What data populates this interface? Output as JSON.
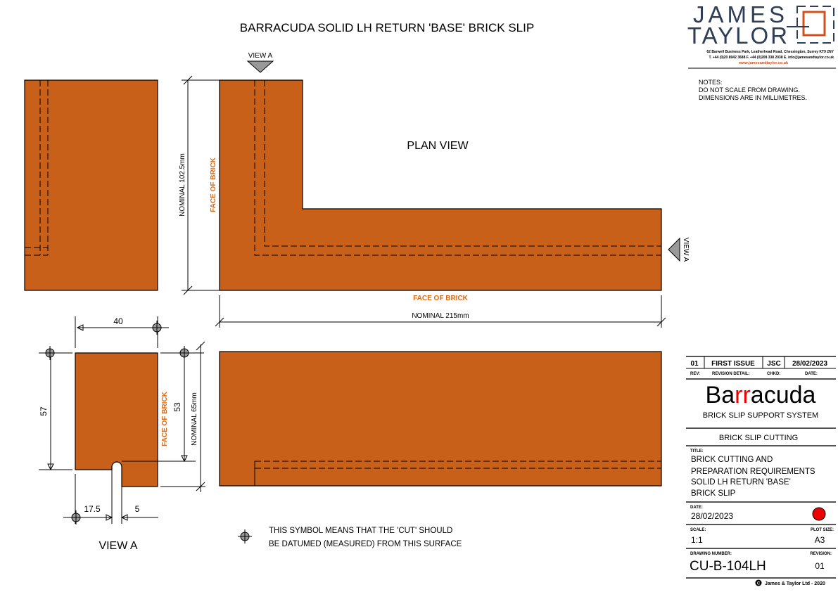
{
  "drawing_title": "BARRACUDA SOLID LH RETURN 'BASE' BRICK SLIP",
  "logo": {
    "line1": "JAMES",
    "line2": "TAYLOR",
    "address": "62 Barwell Business Park, Leatherhead Road, Chessington, Surrey KT9 2NY",
    "phone": "T. +44 (0)20 8942 3688   F. +44 (0)208 338 2038   E. info@jamesandtaylor.co.uk",
    "web": "www.jamesandtaylor.co.uk",
    "navy": "#2f3e56",
    "orange": "#d0501e"
  },
  "notes": {
    "heading": "NOTES:",
    "line1": "DO NOT SCALE FROM DRAWING.",
    "line2": "DIMENSIONS ARE IN MILLIMETRES."
  },
  "views": {
    "view_a": "VIEW A",
    "plan_view": "PLAN VIEW",
    "face_of_brick": "FACE OF BRICK",
    "nominal_depth": "NOMINAL 102.5mm",
    "nominal_length": "NOMINAL 215mm",
    "nominal_height": "NOMINAL 65mm",
    "dim_40": "40",
    "dim_57": "57",
    "dim_53": "53",
    "dim_17_5": "17.5",
    "dim_5": "5"
  },
  "legend": {
    "line1": "THIS SYMBOL MEANS THAT THE 'CUT' SHOULD",
    "line2": "BE DATUMED (MEASURED) FROM THIS SURFACE"
  },
  "title_block": {
    "rev": "01",
    "revision_detail": "FIRST ISSUE",
    "chkd": "JSC",
    "date": "28/02/2023",
    "rev_label": "REV:",
    "revision_detail_label": "REVISION DETAIL:",
    "chkd_label": "CHKD:",
    "date_label": "DATE:",
    "brand_a": "Ba",
    "brand_b": "rr",
    "brand_c": "acuda",
    "brand_sub": "BRICK SLIP SUPPORT SYSTEM",
    "section": "BRICK SLIP CUTTING",
    "title_label": "TITLE:",
    "title_line1": "BRICK CUTTING AND",
    "title_line2": "PREPARATION REQUIREMENTS",
    "title_line3": "SOLID LH RETURN 'BASE'",
    "title_line4": "BRICK SLIP",
    "date2_label": "DATE:",
    "date2": "28/02/2023",
    "status_color": "#ee0000",
    "scale_label": "SCALE:",
    "scale": "1:1",
    "plot_size_label": "PLOT SIZE:",
    "plot_size": "A3",
    "drawing_number_label": "DRAWING NUMBER:",
    "drawing_number": "CU-B-104LH",
    "revision_label": "REVISION:",
    "revision": "01",
    "copyright": "James & Taylor Ltd - 2020"
  }
}
